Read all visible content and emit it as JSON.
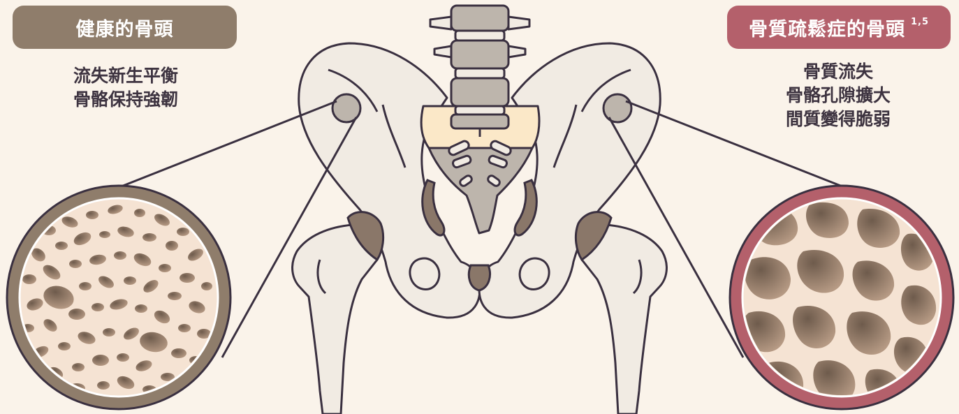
{
  "healthy": {
    "title": "健康的骨頭",
    "lines": [
      "流失新生平衡",
      "骨骼保持強韌"
    ]
  },
  "osteoporosis": {
    "title": "骨質疏鬆症的骨頭",
    "reference": "1,5",
    "lines": [
      "骨質流失",
      "骨骼孔隙擴大",
      "間質變得脆弱"
    ]
  },
  "colors": {
    "background": "#faf3ea",
    "healthy_badge": "#8f7d6b",
    "osteoporosis_badge": "#b4606b",
    "bone_fill": "#f1ebe3",
    "outline": "#3a3040",
    "spine": "#bdb5ac",
    "cartilage": "#8a7769",
    "sacrum_cap": "#fbe8c8"
  }
}
